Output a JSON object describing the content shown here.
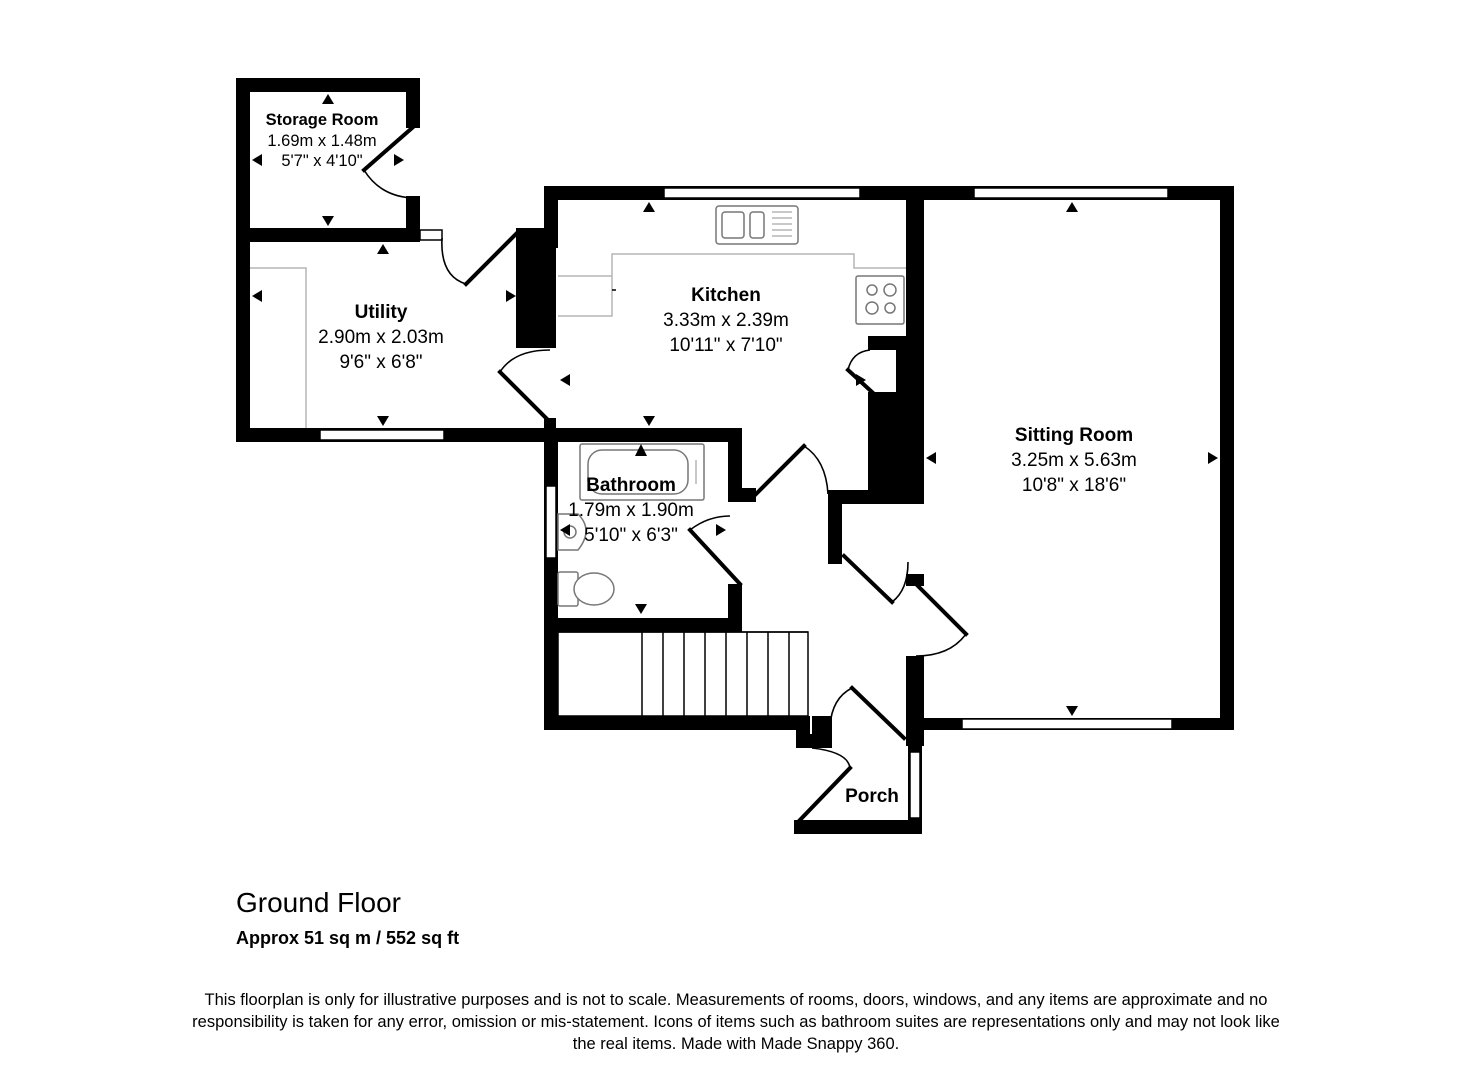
{
  "rooms": {
    "storage": {
      "name": "Storage Room",
      "metric": "1.69m x 1.48m",
      "imperial": "5'7\" x 4'10\""
    },
    "utility": {
      "name": "Utility",
      "metric": "2.90m x 2.03m",
      "imperial": "9'6\" x 6'8\""
    },
    "kitchen": {
      "name": "Kitchen",
      "metric": "3.33m x 2.39m",
      "imperial": "10'11\" x 7'10\""
    },
    "sitting": {
      "name": "Sitting Room",
      "metric": "3.25m x 5.63m",
      "imperial": "10'8\" x 18'6\""
    },
    "bathroom": {
      "name": "Bathroom",
      "metric": "1.79m x 1.90m",
      "imperial": "5'10\" x 6'3\""
    },
    "porch": {
      "name": "Porch"
    }
  },
  "floor": {
    "title": "Ground Floor",
    "area": "Approx 51 sq m / 552 sq ft"
  },
  "disclaimer": "This floorplan is only for illustrative purposes and is not to scale. Measurements of rooms, doors, windows, and any items are approximate and no responsibility is taken for any error, omission or mis-statement. Icons of items such as bathroom suites are representations only and may not look like the real items. Made with Made Snappy 360.",
  "colors": {
    "wall": "#000000",
    "fixture": "#777777",
    "background": "#ffffff"
  }
}
